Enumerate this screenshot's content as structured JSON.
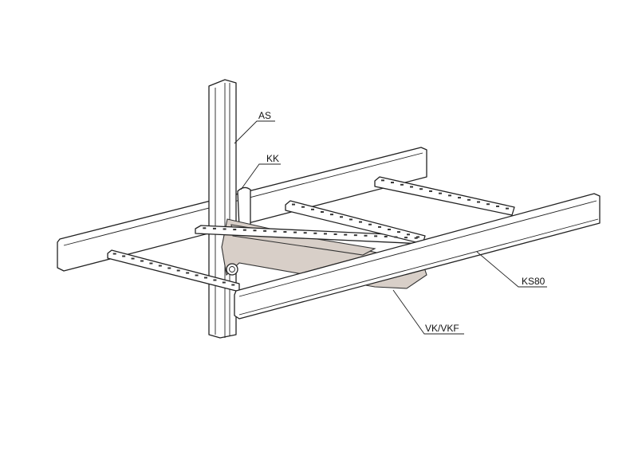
{
  "labels": {
    "as": "AS",
    "kk": "KK",
    "ks80": "KS80",
    "vk": "VK/VKF"
  },
  "colors": {
    "line": "#222222",
    "bracket_fill": "#d8cfc8"
  }
}
